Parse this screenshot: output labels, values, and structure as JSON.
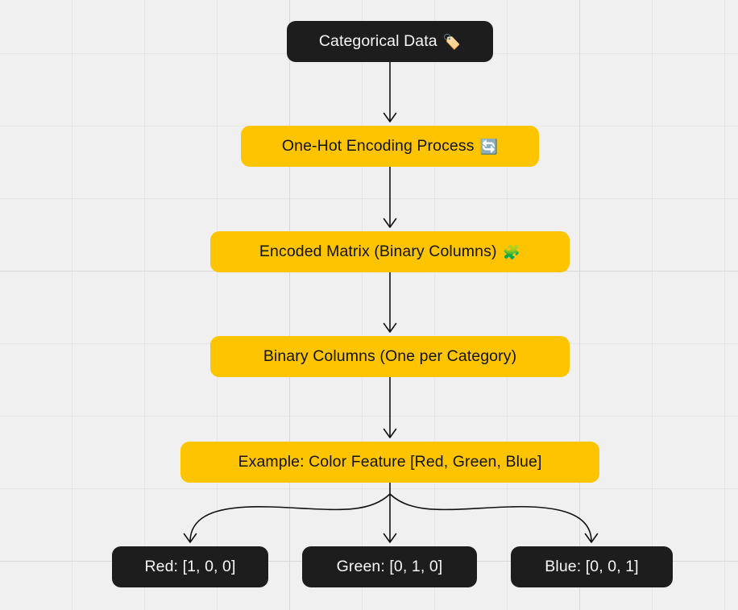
{
  "diagram": {
    "title": "One-Hot Encoding Process Flowchart",
    "type": "flowchart",
    "direction": "top-down",
    "background": "#f0f0f0",
    "colors": {
      "accent_node_fill": "#ffc400",
      "accent_node_text": "#121212",
      "dark_node_fill": "#1d1d1d",
      "dark_node_text": "#f7f7f7",
      "edge_stroke": "#111111",
      "grid_line": "#d8d8d8"
    },
    "nodes": [
      {
        "id": "categorical_data",
        "label": "Categorical Data",
        "emoji": "🏷️",
        "emoji_name": "label-tag-emoji",
        "style": "dark"
      },
      {
        "id": "onehot_process",
        "label": "One-Hot Encoding Process",
        "emoji": "🔄",
        "emoji_name": "arrows-counterclockwise-emoji",
        "style": "accent"
      },
      {
        "id": "encoded_matrix",
        "label": "Encoded Matrix (Binary Columns)",
        "emoji": "🧩",
        "emoji_name": "puzzle-piece-emoji",
        "style": "accent"
      },
      {
        "id": "binary_columns",
        "label": "Binary Columns (One per Category)",
        "emoji": "",
        "emoji_name": "",
        "style": "accent"
      },
      {
        "id": "example_color",
        "label": "Example: Color Feature [Red, Green, Blue]",
        "emoji": "",
        "emoji_name": "",
        "style": "accent"
      },
      {
        "id": "red",
        "label": "Red: [1, 0, 0]",
        "emoji": "",
        "emoji_name": "",
        "style": "dark"
      },
      {
        "id": "green",
        "label": "Green: [0, 1, 0]",
        "emoji": "",
        "emoji_name": "",
        "style": "dark"
      },
      {
        "id": "blue",
        "label": "Blue: [0, 0, 1]",
        "emoji": "",
        "emoji_name": "",
        "style": "dark"
      }
    ],
    "edges": [
      {
        "from": "categorical_data",
        "to": "onehot_process",
        "shape": "straight"
      },
      {
        "from": "onehot_process",
        "to": "encoded_matrix",
        "shape": "straight"
      },
      {
        "from": "encoded_matrix",
        "to": "binary_columns",
        "shape": "straight"
      },
      {
        "from": "binary_columns",
        "to": "example_color",
        "shape": "straight"
      },
      {
        "from": "example_color",
        "to": "red",
        "shape": "curved"
      },
      {
        "from": "example_color",
        "to": "green",
        "shape": "straight"
      },
      {
        "from": "example_color",
        "to": "blue",
        "shape": "curved"
      }
    ]
  }
}
